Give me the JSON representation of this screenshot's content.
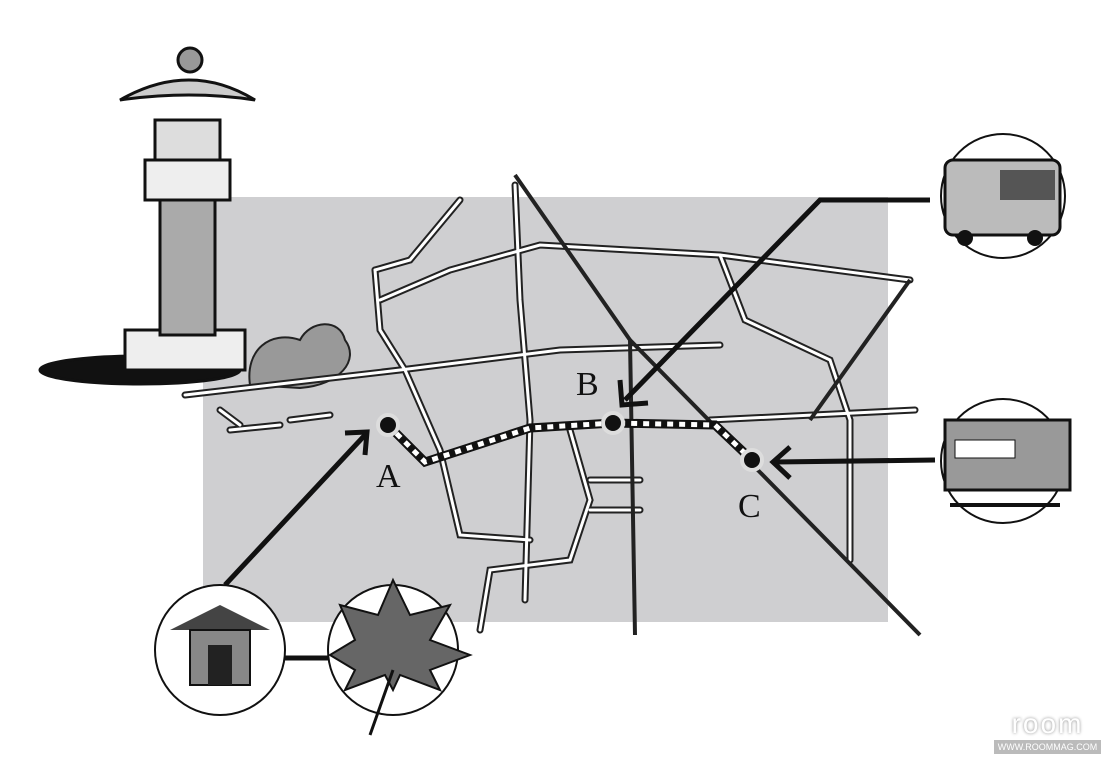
{
  "map": {
    "points": [
      {
        "label": "A"
      },
      {
        "label": "B"
      },
      {
        "label": "C"
      }
    ],
    "icons": [
      "stone-lantern-icon",
      "bus-icon",
      "train-icon",
      "temple-gate-icon",
      "maple-leaf-icon"
    ]
  },
  "logo": {
    "name": "room",
    "url": "WWW.ROOMMAG.COM"
  },
  "colors": {
    "map_bg": "#cfcfd1",
    "ink": "#111111",
    "road": "#ffffff"
  }
}
